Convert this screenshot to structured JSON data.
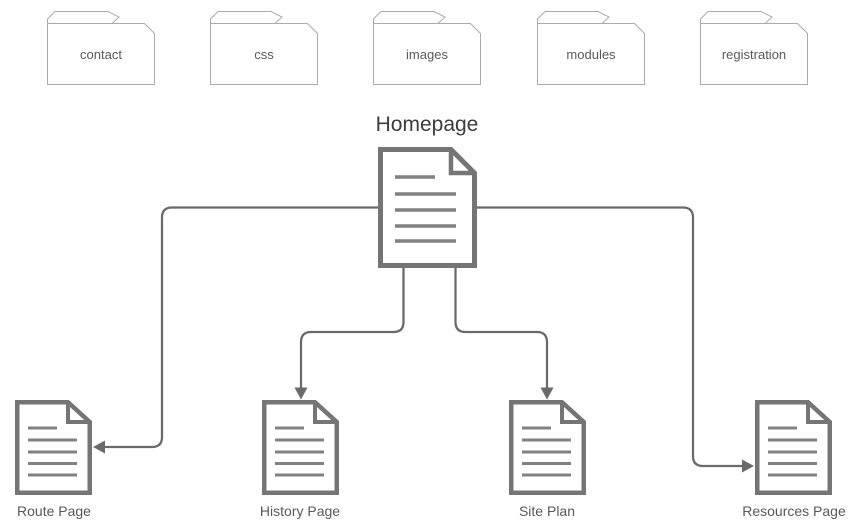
{
  "diagram": {
    "homepage": {
      "label": "Homepage"
    },
    "folders": [
      {
        "label": "contact"
      },
      {
        "label": "css"
      },
      {
        "label": "images"
      },
      {
        "label": "modules"
      },
      {
        "label": "registration"
      }
    ],
    "pages": [
      {
        "label": "Route Page"
      },
      {
        "label": "History Page"
      },
      {
        "label": "Site Plan"
      },
      {
        "label": "Resources Page"
      }
    ],
    "connections": [
      {
        "from": "Homepage",
        "to": "Route Page"
      },
      {
        "from": "Homepage",
        "to": "History Page"
      },
      {
        "from": "Homepage",
        "to": "Site Plan"
      },
      {
        "from": "Homepage",
        "to": "Resources Page"
      }
    ],
    "colors": {
      "connector": "#6a6a6a",
      "document_stroke": "#757575",
      "document_lines": "#818181",
      "folder_stroke": "#ababab",
      "title_text": "#3d3d3d",
      "label_text": "#595959",
      "background": "#ffffff"
    }
  }
}
